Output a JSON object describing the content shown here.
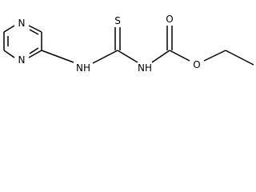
{
  "atoms": {
    "ring_n_top": "N",
    "ring_n_bottom": "N",
    "amine_nh_left": "NH",
    "thione_s": "S",
    "amine_nh_right": "NH",
    "carbonyl_o": "O",
    "ester_o": "O"
  }
}
